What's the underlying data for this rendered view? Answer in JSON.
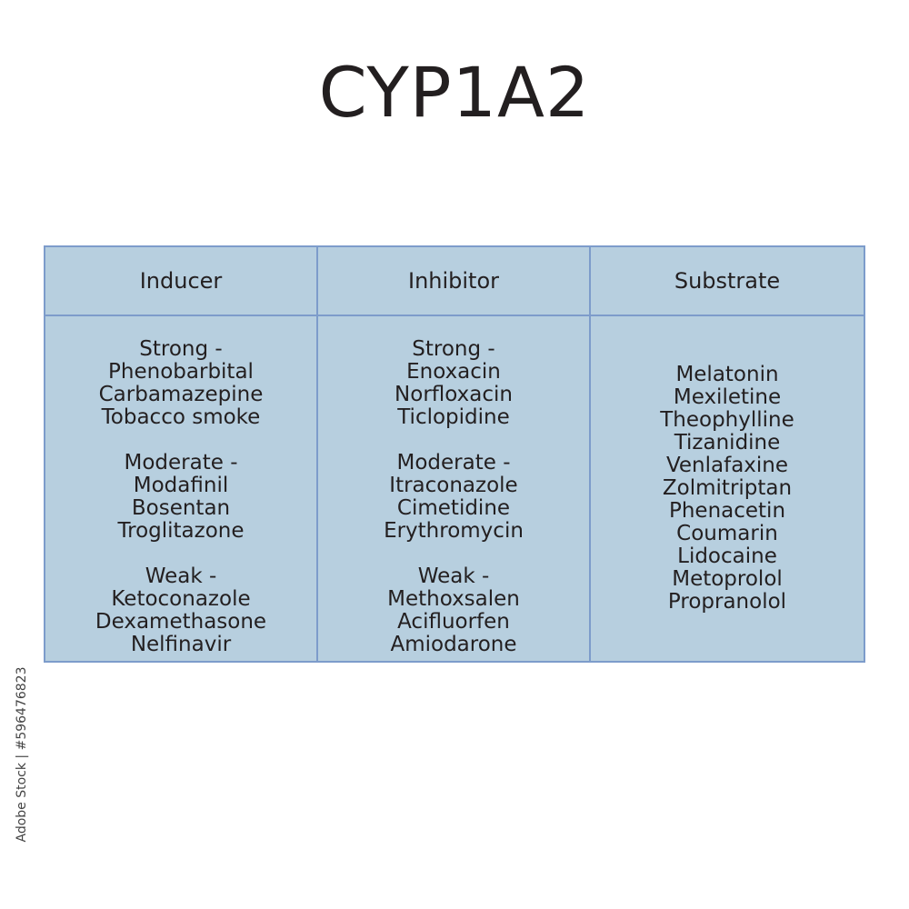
{
  "title": "CYP1A2",
  "columns": [
    {
      "header": "Inducer",
      "groups": [
        {
          "lines": [
            "Strong -",
            "Phenobarbital",
            "Carbamazepine",
            "Tobacco smoke"
          ]
        },
        {
          "lines": [
            "Moderate -",
            "Modafinil",
            "Bosentan",
            "Troglitazone"
          ]
        },
        {
          "lines": [
            "Weak -",
            "Ketoconazole",
            "Dexamethasone",
            "Nelfinavir"
          ]
        }
      ]
    },
    {
      "header": "Inhibitor",
      "groups": [
        {
          "lines": [
            "Strong -",
            "Enoxacin",
            "Norfloxacin",
            "Ticlopidine"
          ]
        },
        {
          "lines": [
            "Moderate -",
            "Itraconazole",
            "Cimetidine",
            "Erythromycin"
          ]
        },
        {
          "lines": [
            "Weak -",
            "Methoxsalen",
            "Acifluorfen",
            "Amiodarone"
          ]
        }
      ]
    },
    {
      "header": "Substrate",
      "groups": [
        {
          "lines": [
            "Melatonin",
            "Mexiletine",
            "Theophylline",
            "Tizanidine",
            "Venlafaxine",
            "Zolmitriptan",
            "Phenacetin",
            "Coumarin",
            "Lidocaine",
            "Metoprolol",
            "Propranolol"
          ]
        }
      ]
    }
  ],
  "stock_id": "Adobe Stock | #596476823",
  "colors": {
    "table_fill": "#b7cfdf",
    "table_border": "#7d9ccb",
    "text": "#231f20"
  }
}
